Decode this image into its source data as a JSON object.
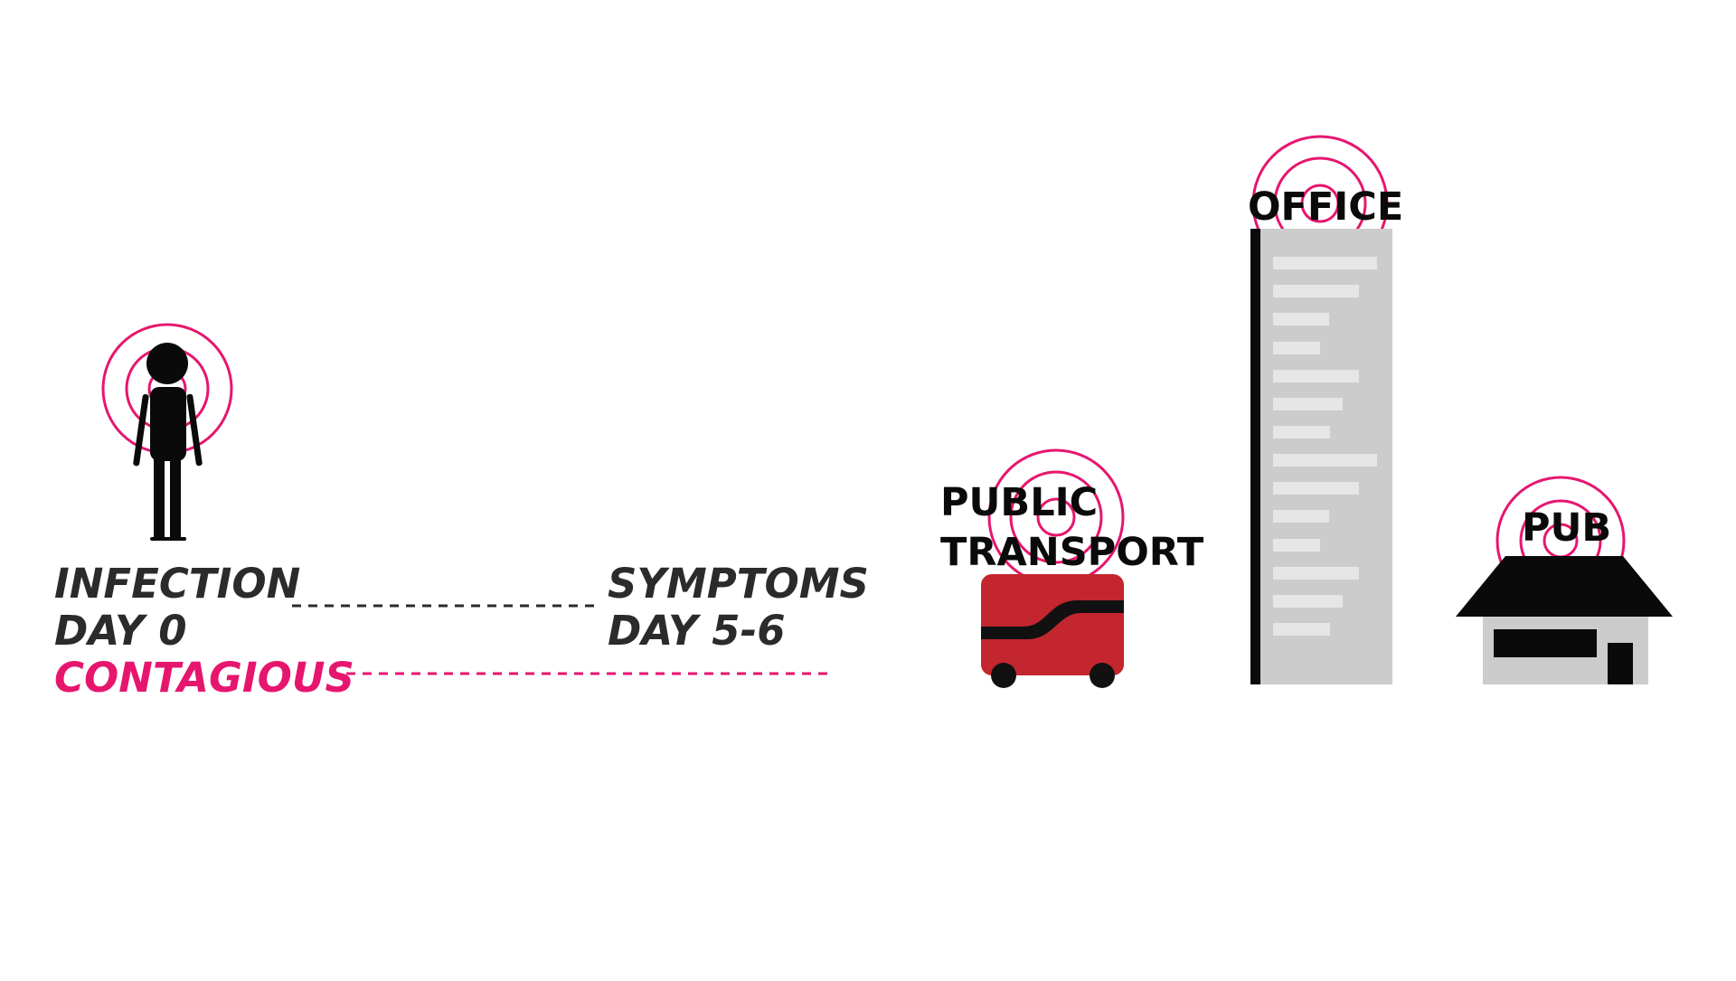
{
  "timeline": {
    "infection_line1": "INFECTION",
    "infection_line2": "DAY 0",
    "symptoms_line1": "SYMPTOMS",
    "symptoms_line2": "DAY 5-6",
    "contagious": "CONTAGIOUS"
  },
  "places": {
    "transport_line1": "PUBLIC",
    "transport_line2": "TRANSPORT",
    "office": "OFFICE",
    "pub": "PUB"
  },
  "colors": {
    "accent": "#e6166e",
    "text": "#2b2b2b",
    "black": "#0a0a0a",
    "bus_red": "#c3262e",
    "building_grey": "#cccccc",
    "window_light": "#e6e6e6"
  },
  "icons": {
    "person": "person-icon",
    "bus": "bus-icon",
    "office": "office-building-icon",
    "pub": "pub-house-icon",
    "signal": "signal-rings-icon"
  }
}
